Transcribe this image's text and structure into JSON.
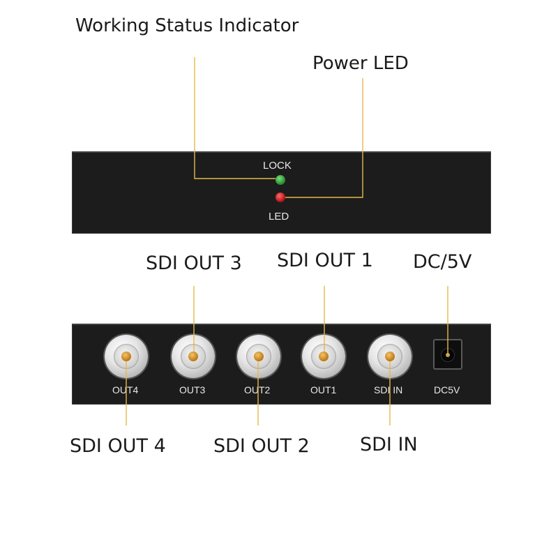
{
  "callouts": {
    "working_status": "Working Status Indicator",
    "power_led": "Power LED",
    "sdi_out_3": "SDI OUT 3",
    "sdi_out_1": "SDI OUT 1",
    "dc_5v": "DC/5V",
    "sdi_out_4": "SDI OUT 4",
    "sdi_out_2": "SDI OUT 2",
    "sdi_in": "SDI IN"
  },
  "front_panel": {
    "lock_label": "LOCK",
    "led_label": "LED",
    "lock_led_color": "#2ea33a",
    "power_led_color": "#d01820"
  },
  "rear_panel": {
    "ports": {
      "out4": "OUT4",
      "out3": "OUT3",
      "out2": "OUT2",
      "out1": "OUT1",
      "sdi_in": "SDI IN",
      "dc5v": "DC5V"
    }
  },
  "colors": {
    "panel": "#1c1c1c",
    "leader_line": "#e8b84a",
    "bnc_pin": "#c88a1e"
  }
}
